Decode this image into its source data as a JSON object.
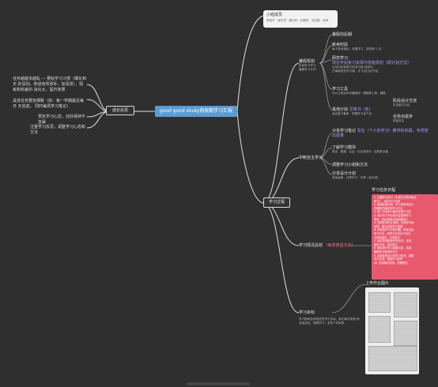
{
  "central": "good good study指假期学习汇报",
  "left_branch": {
    "title": "成长反思",
    "items": [
      "任务越越多越乱 — 要给学习习惯（细化到天 的深刻，知道有所弥补，如清尝），短板和较差的 消化大，提升效果",
      "具体任务要变细致（如：第一学期最近每日 天完成， 同时每周学习笔记）",
      "预定学习心态，还好保持不急躁",
      "注重学习反思，调整学习心态和方法"
    ]
  },
  "top_card": {
    "title": "小组成员",
    "members": "李俊宇 · 谢子杰 · 董日轩 · 石敬恺 · 王欣豪 · 何烨"
  },
  "study_process": {
    "title": "学习过程",
    "summer_plan": {
      "title": "暑假规划",
      "sub1": "阶段学习学习",
      "sub2": "暑假学习计划",
      "items": [
        {
          "title": "暑假前后期",
          "sub": ""
        },
        {
          "title": "新考时段",
          "sub": "每个阶段规划，完善学习，按时间 1 月"
        },
        {
          "title": "研究学习",
          "highlight": "现在开始复习资源与技能规划（即计划方式）",
          "sub": "主动分析和用力技术方面 的成长。",
          "sub2": "已每周四完学习课，不 中应讨论不足"
        },
        {
          "title": "学习工具",
          "sub": "Doc工具合作沟通使用 · 课程等工具，辅助"
        },
        {
          "title": "其他计划",
          "highlight": "写简书（含）",
          "sub": "适合复习备考 · 学期学习会产出",
          "side": "阶段设计交流",
          "side_sub": "交流部门讨论"
        },
        {
          "title": "",
          "side": "任务出逐步",
          "side_sub": "预设学生"
        }
      ]
    },
    "midterm": {
      "title": "中断自主学习",
      "items": [
        {
          "title": "分享学习笔记",
          "highlight": "写在（个人的学习）教学的实践，专项突出效果",
          "sub": ""
        },
        {
          "title": "了解学习模块",
          "sub": "算法 · 数据 · 认证 · 中文测评价 · 结构的功能"
        },
        {
          "title": "调整学习小组和方法",
          "sub": ""
        },
        {
          "title": "分享设计计划",
          "sub": "参加每周 · 分享学习 · 分享（含评讲）"
        }
      ]
    },
    "report": {
      "title": "学习情况总结",
      "highlight": "（每季度提交次）"
    },
    "summary": {
      "title": "学习目标",
      "sub": "学习期间会有相关的学习活动，我们每次考核 和总结总结，就像学习，多多个时间多"
    },
    "note_card": {
      "title": "学习任务日程",
      "lines": [
        "1. 主题作业学习（中英文文章中每日",
        "   练习），每日打卡记录",
        "2. 每周复盘记录，学习本阶段自己",
        "   在解题方面新的学习方法",
        "3. 每一次会有小组会议进行讨论",
        "4. 每天学习专业知识并整理学习",
        "   笔记，包括重难点及易错地方",
        "5. 完成任务的计划表，记录好时间",
        "   安排，组长监督学习进度",
        "6. 学会找学习中的问题，学会总结",
        "   学习方法，把学习方法记下来并",
        "   分享给组员，共同进步",
        "7. 组内互相检查作业情况，互相",
        "   指出不足，及时改正",
        "8. 期末进行学习成果汇报，总结",
        "   假期学习收获和不足",
        "9. 定期反思自己的学习状况，调整",
        "   学习计划，提高学习效率",
        "10. 坚持每天阅读，积累知识"
      ]
    },
    "photos_title": "上传作业图片"
  },
  "left_label": "成长反思"
}
